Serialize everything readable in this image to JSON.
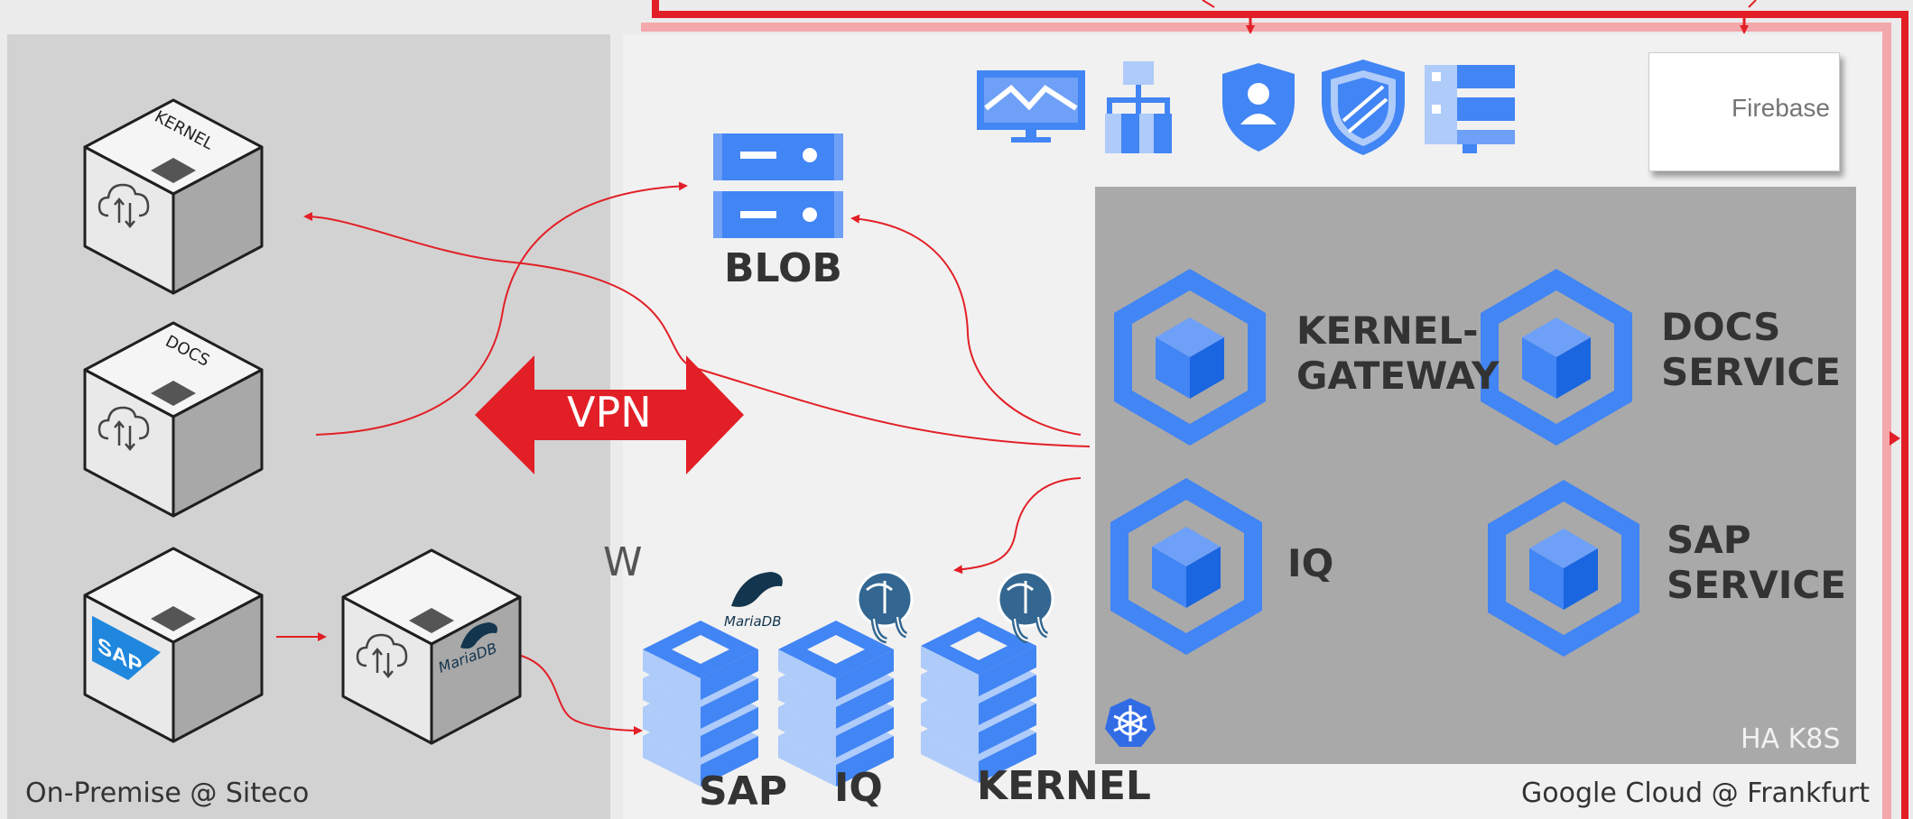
{
  "zones": {
    "on_premise": "On-Premise @ Siteco",
    "google_cloud": "Google Cloud @ Frankfurt"
  },
  "vpn": {
    "label": "VPN"
  },
  "on_premise_servers": [
    {
      "label": "KERNEL",
      "icon": "cloud-sync-icon"
    },
    {
      "label": "DOCS",
      "icon": "cloud-sync-icon"
    },
    {
      "label": "",
      "icon": "sap-logo"
    },
    {
      "label": "",
      "icon": "mariadb-logo"
    }
  ],
  "blob": {
    "label": "BLOB",
    "icon": "storage-server-icon"
  },
  "top_icons": [
    "monitoring-icon",
    "hierarchy-icon",
    "identity-shield-icon",
    "security-shield-icon",
    "server-list-icon"
  ],
  "firebase": {
    "label": "Firebase"
  },
  "k8s": {
    "label": "HA K8S",
    "services": [
      {
        "label": "KERNEL-\nGATEWAY"
      },
      {
        "label": "DOCS\nSERVICE"
      },
      {
        "label": "IQ"
      },
      {
        "label": "SAP\nSERVICE"
      }
    ]
  },
  "databases": [
    {
      "label": "SAP",
      "engine": "MariaDB"
    },
    {
      "label": "IQ",
      "engine": "PostgreSQL"
    },
    {
      "label": "KERNEL",
      "engine": "PostgreSQL"
    }
  ],
  "mariadb_text": "MariaDB",
  "stray_glyph": "W",
  "colors": {
    "red": "#e21f26",
    "blue": "#4285f4",
    "light_blue": "#aecbfa",
    "k8s_gray": "#a9a9a9"
  }
}
